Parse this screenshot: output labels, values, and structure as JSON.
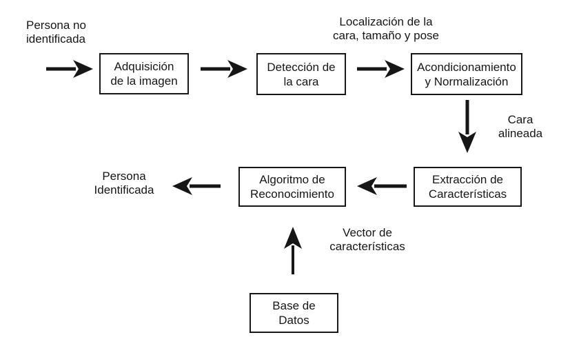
{
  "colors": {
    "background": "#ffffff",
    "ink": "#161616"
  },
  "nodes": [
    {
      "id": "adquisicion",
      "text": "Adquisición\nde la imagen"
    },
    {
      "id": "deteccion",
      "text": "Detección de\nla cara"
    },
    {
      "id": "acondicionamiento",
      "text": "Acondicionamiento\ny Normalización"
    },
    {
      "id": "extraccion",
      "text": "Extracción de\nCaracterísticas"
    },
    {
      "id": "algoritmo",
      "text": "Algoritmo de\nReconocimiento"
    },
    {
      "id": "base-datos",
      "text": "Base de\nDatos"
    }
  ],
  "labels": [
    {
      "id": "persona-no-identificada",
      "text": "Persona no\nidentificada"
    },
    {
      "id": "localizacion",
      "text": "Localización de la\ncara, tamaño y pose"
    },
    {
      "id": "cara-alineada",
      "text": "Cara\nalineada"
    },
    {
      "id": "persona-identificada",
      "text": "Persona\nIdentificada"
    },
    {
      "id": "vector-caracteristicas",
      "text": "Vector de\ncaracterísticas"
    }
  ],
  "arrows": [
    {
      "id": "entrada-a-adquisicion",
      "from": "persona-no-identificada",
      "to": "adquisicion",
      "direction": "right"
    },
    {
      "id": "adquisicion-a-deteccion",
      "from": "adquisicion",
      "to": "deteccion",
      "direction": "right"
    },
    {
      "id": "deteccion-a-acondicionamiento",
      "from": "deteccion",
      "to": "acondicionamiento",
      "direction": "right"
    },
    {
      "id": "acondicionamiento-a-extraccion",
      "from": "acondicionamiento",
      "to": "extraccion",
      "direction": "down"
    },
    {
      "id": "extraccion-a-algoritmo",
      "from": "extraccion",
      "to": "algoritmo",
      "direction": "left"
    },
    {
      "id": "algoritmo-a-salida",
      "from": "algoritmo",
      "to": "persona-identificada",
      "direction": "left"
    },
    {
      "id": "base-datos-a-algoritmo",
      "from": "base-datos",
      "to": "algoritmo",
      "direction": "up"
    }
  ]
}
